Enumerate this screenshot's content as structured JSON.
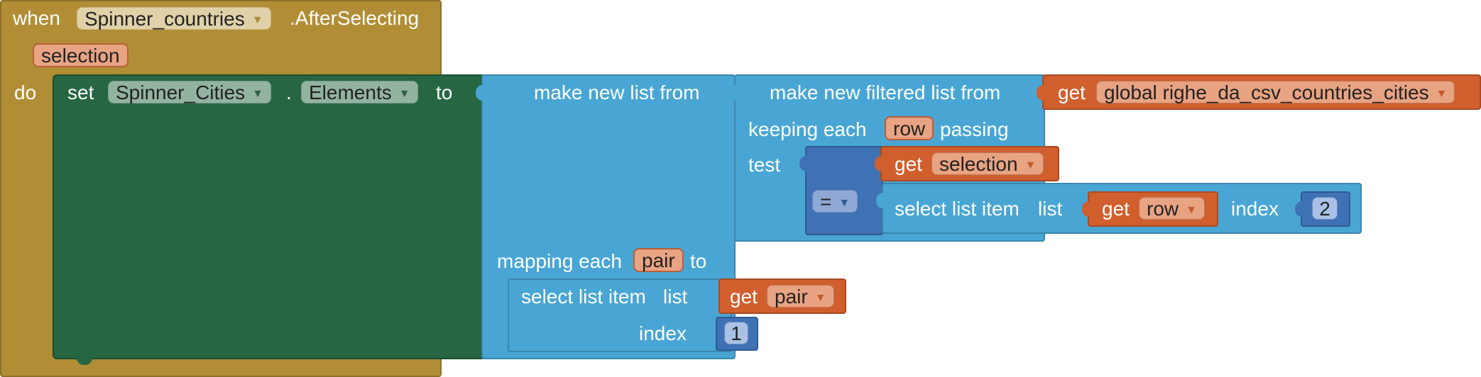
{
  "event": {
    "when_label": "when",
    "component": "Spinner_countries",
    "event_name": ".AfterSelecting",
    "param": "selection",
    "do_label": "do"
  },
  "set": {
    "set_label": "set",
    "component": "Spinner_Cities",
    "dot": ".",
    "property": "Elements",
    "to_label": "to"
  },
  "map_block": {
    "title": "make new list from",
    "mapping_label": "mapping each",
    "var": "pair",
    "to_label": "to",
    "select_item": {
      "label": "select list item",
      "list_label": "list",
      "get_label": "get",
      "get_var": "pair",
      "index_label": "index",
      "index_value": "1"
    }
  },
  "filter_block": {
    "title": "make new filtered list from",
    "keeping_label": "keeping each",
    "var": "row",
    "passing_label": "passing",
    "test_label": "test",
    "source": {
      "get_label": "get",
      "var": "global righe_da_csv_countries_cities"
    },
    "compare": {
      "operator": "=",
      "left": {
        "get_label": "get",
        "var": "selection"
      },
      "right": {
        "label": "select list item",
        "list_label": "list",
        "get_label": "get",
        "get_var": "row",
        "index_label": "index",
        "index_value": "2"
      }
    }
  },
  "colors": {
    "event": "#b18e35",
    "setter": "#266643",
    "lists": "#49a6d4",
    "logic": "#3f71b5",
    "variables": "#d05f2d"
  },
  "icons": {
    "dropdown": "dropdown-arrow-icon"
  }
}
